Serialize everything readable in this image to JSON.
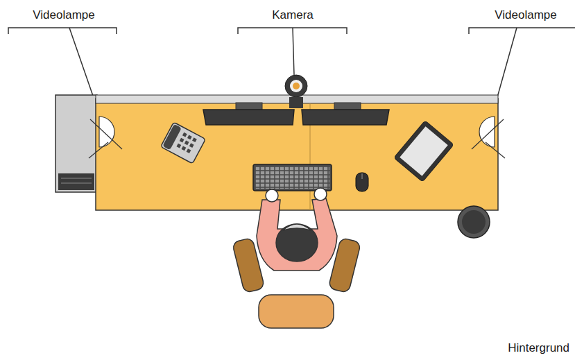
{
  "diagram": {
    "labels": [
      "Videolampe",
      "Kamera",
      "Videolampe",
      "Hintergrund"
    ]
  }
}
